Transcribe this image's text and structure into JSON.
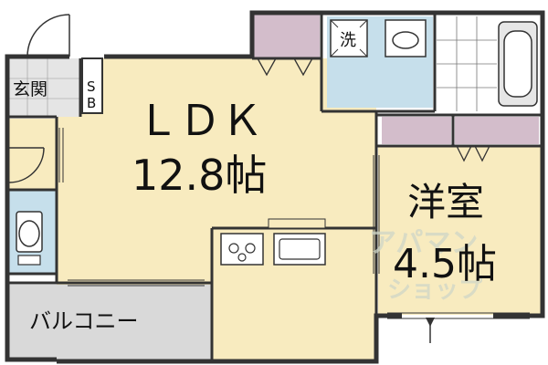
{
  "rooms": {
    "ldk_name": "ＬＤＫ",
    "ldk_size": "12.8帖",
    "western_name": "洋室",
    "western_size": "4.5帖",
    "entrance": "玄関",
    "shoe_box": "S",
    "shoe_box_b": "B",
    "laundry": "洗",
    "balcony": "バルコニー"
  },
  "watermark": {
    "line1": "アパマン",
    "line2": "ショップ"
  },
  "colors": {
    "floor": "#f8ebbf",
    "water": "#c6dfeb",
    "storage": "#d3bdcb",
    "balcony": "#d9d9d9",
    "entrance": "#e5e5e5",
    "wall": "#333333"
  }
}
